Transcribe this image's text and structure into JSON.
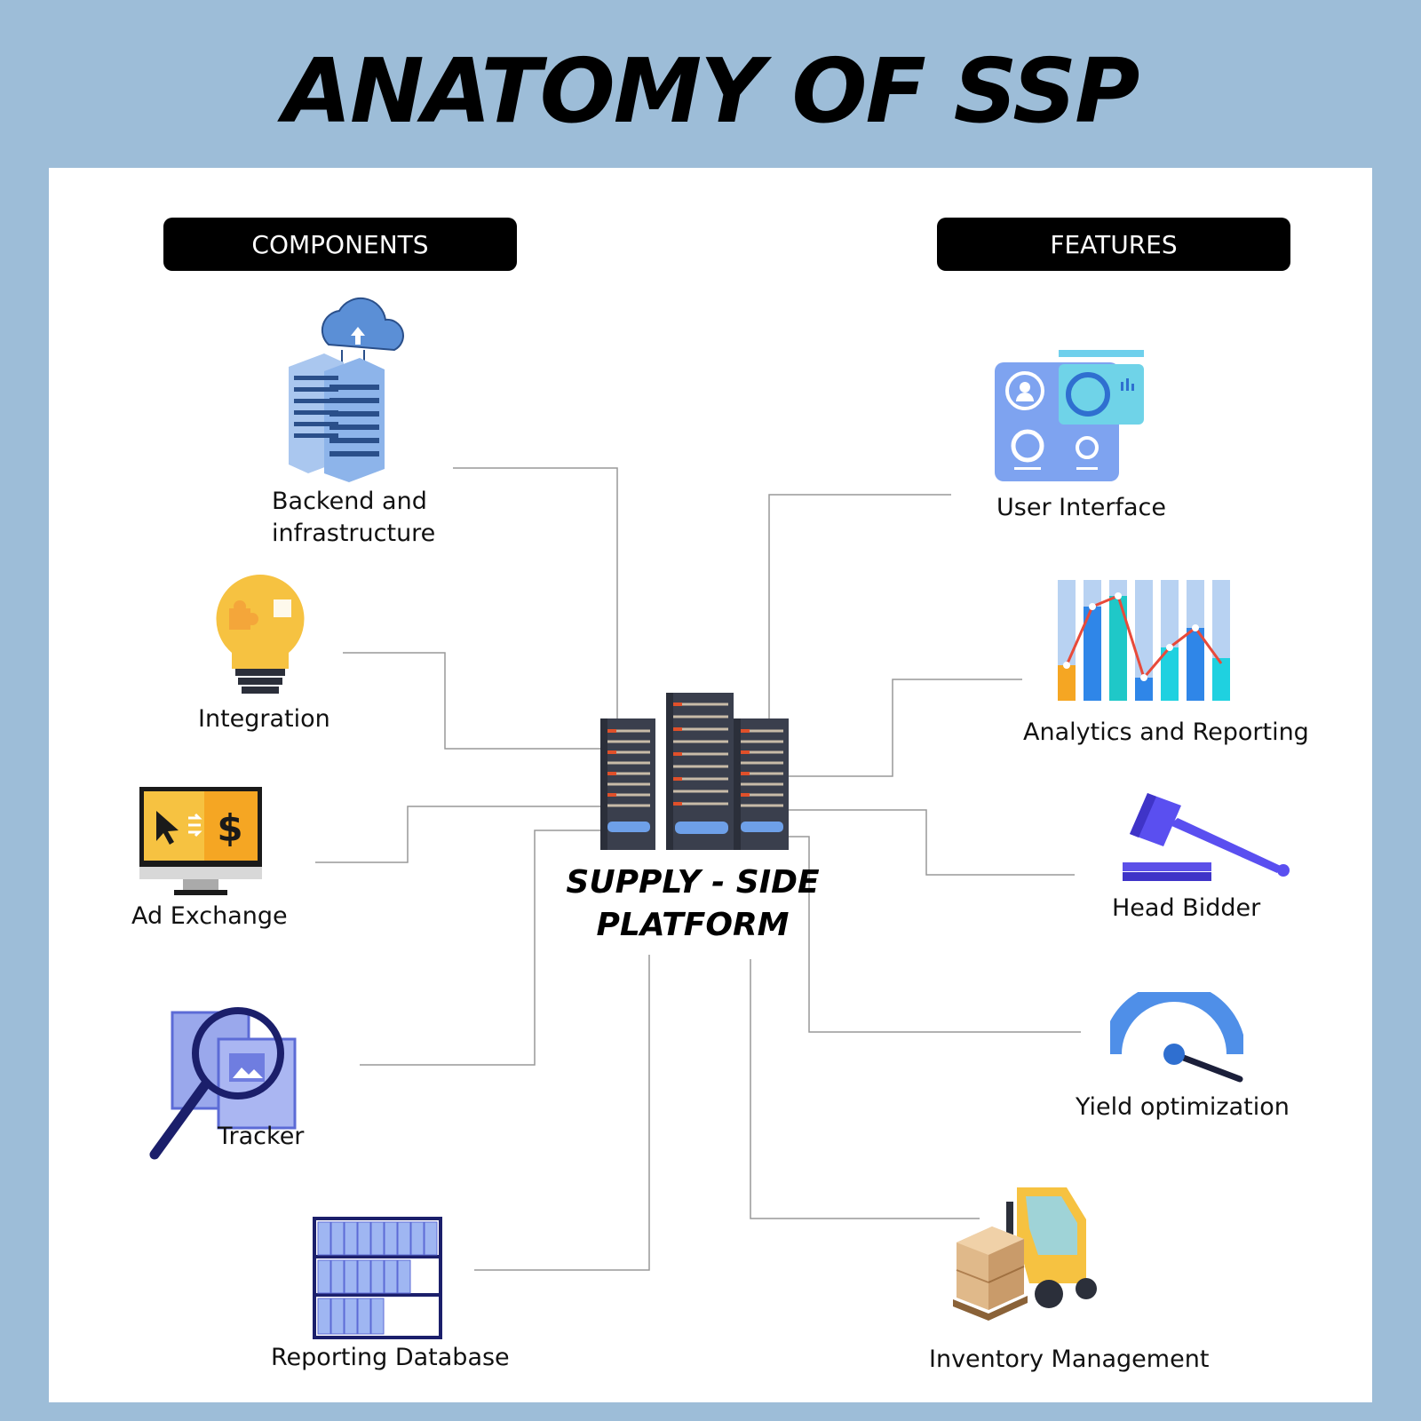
{
  "title": "ANATOMY OF SSP",
  "components_label": "COMPONENTS",
  "features_label": "FEATURES",
  "center": {
    "line1": "SUPPLY - SIDE",
    "line2": "PLATFORM"
  },
  "components": [
    {
      "line1": "Backend and",
      "line2": "infrastructure",
      "icon": "server-cloud-icon"
    },
    {
      "line1": "Integration",
      "icon": "puzzle-lightbulb-icon"
    },
    {
      "line1": "Ad Exchange",
      "icon": "monitor-dollar-icon"
    },
    {
      "line1": "Tracker",
      "icon": "magnifier-icon"
    },
    {
      "line1": "Reporting Database",
      "icon": "shelf-database-icon"
    }
  ],
  "features": [
    {
      "line1": "User Interface",
      "icon": "dashboard-icon"
    },
    {
      "line1": "Analytics and Reporting",
      "icon": "bar-chart-icon"
    },
    {
      "line1": "Head Bidder",
      "icon": "gavel-icon"
    },
    {
      "line1": "Yield optimization",
      "icon": "gauge-icon"
    },
    {
      "line1": "Inventory Management",
      "icon": "forklift-icon"
    }
  ],
  "colors": {
    "background": "#9dbdd8",
    "panel": "#ffffff",
    "connector": "#999999"
  }
}
